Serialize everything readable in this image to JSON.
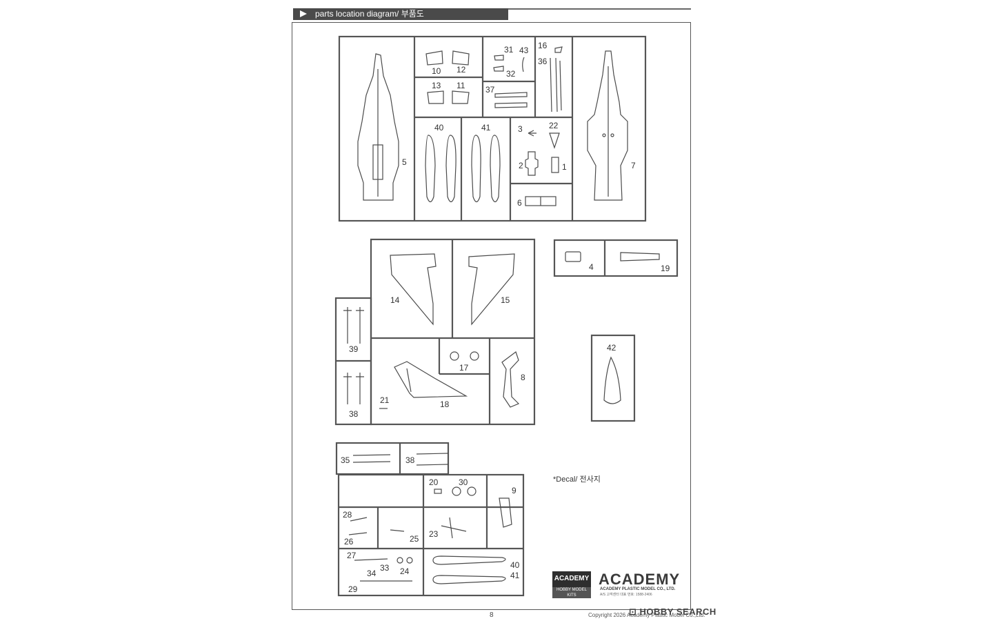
{
  "header": {
    "title": "parts location diagram/ 부품도"
  },
  "part_numbers": {
    "p5": "5",
    "p10": "10",
    "p12": "12",
    "p13": "13",
    "p11": "11",
    "p31": "31",
    "p43": "43",
    "p32": "32",
    "p16": "16",
    "p36": "36",
    "p37": "37",
    "p40": "40",
    "p41": "41",
    "p3": "3",
    "p22": "22",
    "p2": "2",
    "p1": "1",
    "p6": "6",
    "p7": "7",
    "p14": "14",
    "p15": "15",
    "p4": "4",
    "p19": "19",
    "p39": "39",
    "p17": "17",
    "p8": "8",
    "p38": "38",
    "p21": "21",
    "p18": "18",
    "p42": "42",
    "b35": "35",
    "b38": "38",
    "b20": "20",
    "b30": "30",
    "b9": "9",
    "b28": "28",
    "b26": "26",
    "b25": "25",
    "b23": "23",
    "b27": "27",
    "b33": "33",
    "b24": "24",
    "b34": "34",
    "b29": "29",
    "b40": "40",
    "b41": "41"
  },
  "decal_note": "*Decal/ 전사지",
  "logos": {
    "box_line1": "ACADEMY",
    "box_line2": "HOBBY MODEL KITS",
    "wordmark": "ACADEMY",
    "company": "ACADEMY PLASTIC MODEL CO., LTD.",
    "service": "A/S 고객센터 대표 번호: 1588-2406"
  },
  "footer": {
    "page_number": "8",
    "copyright": "Copyright 2026 Academy Plastic Model Co.,Ltd.",
    "watermark": "HOBBY SEARCH"
  }
}
